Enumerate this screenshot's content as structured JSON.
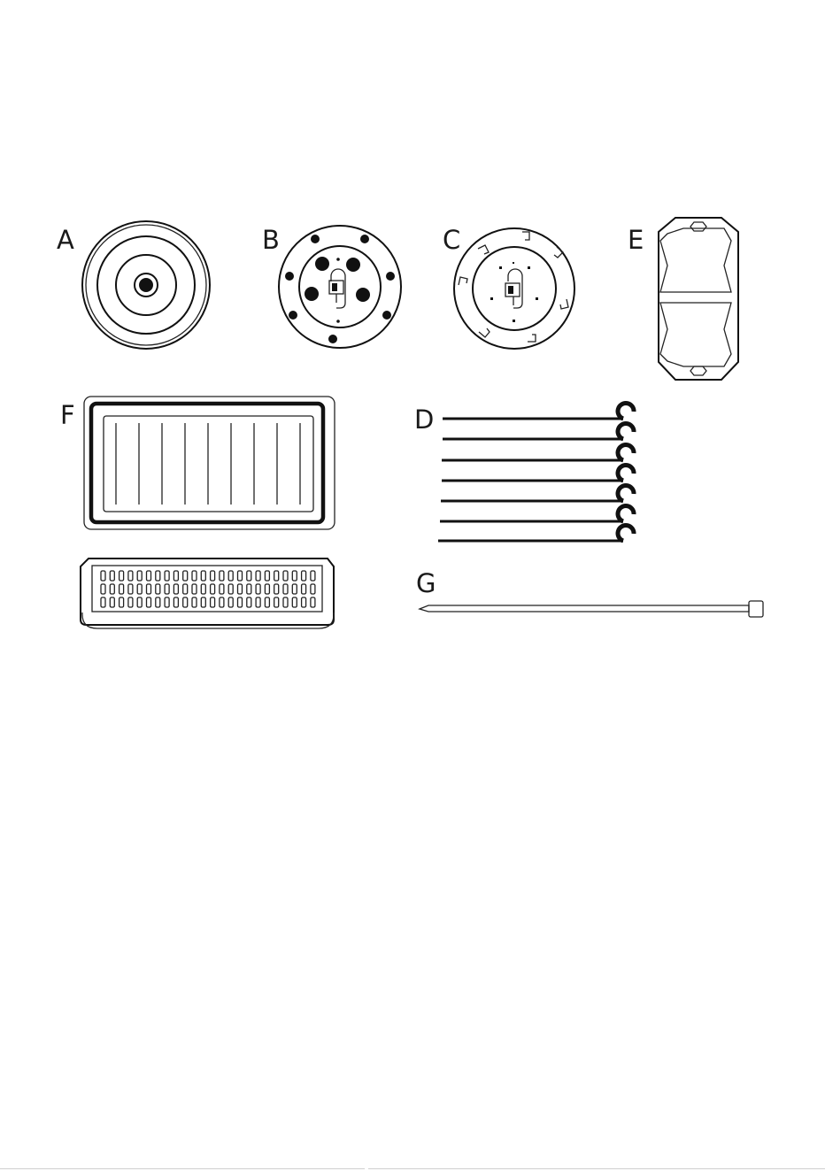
{
  "parts": {
    "a": {
      "label": "A"
    },
    "b": {
      "label": "B"
    },
    "c": {
      "label": "C"
    },
    "d": {
      "label": "D"
    },
    "e": {
      "label": "E"
    },
    "f": {
      "label": "F"
    },
    "g": {
      "label": "G"
    }
  },
  "colors": {
    "line": "#111111",
    "background": "#ffffff"
  }
}
